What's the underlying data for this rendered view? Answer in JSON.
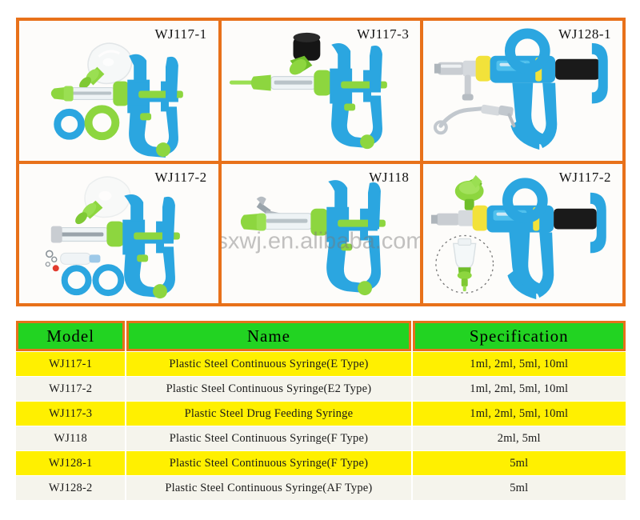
{
  "gallery": {
    "panels": [
      {
        "label": "WJ117-1",
        "style": "e-type-kit",
        "watermark": ""
      },
      {
        "label": "WJ117-3",
        "style": "drug-feeding",
        "watermark": ""
      },
      {
        "label": "WJ128-1",
        "style": "f-type-pistol",
        "watermark": ""
      },
      {
        "label": "WJ117-2",
        "style": "e2-type-kit",
        "watermark": ""
      },
      {
        "label": "WJ118",
        "style": "f-type-clamp",
        "watermark": "sxwj.en.alibaba.com"
      },
      {
        "label": "WJ117-2",
        "style": "af-type-bottle",
        "watermark": ""
      }
    ]
  },
  "table": {
    "headers": [
      "Model",
      "Name",
      "Specification"
    ],
    "rows": [
      {
        "model": "WJ117-1",
        "name": "Plastic Steel Continuous Syringe(E Type)",
        "spec": "1ml, 2ml, 5ml, 10ml",
        "highlight": true
      },
      {
        "model": "WJ117-2",
        "name": "Plastic Steel Continuous Syringe(E2 Type)",
        "spec": "1ml, 2ml, 5ml, 10ml",
        "highlight": false
      },
      {
        "model": "WJ117-3",
        "name": "Plastic Steel Drug Feeding Syringe",
        "spec": "1ml, 2ml, 5ml, 10ml",
        "highlight": true
      },
      {
        "model": "WJ118",
        "name": "Plastic Steel Continuous Syringe(F Type)",
        "spec": "2ml, 5ml",
        "highlight": false
      },
      {
        "model": "WJ128-1",
        "name": "Plastic Steel Continuous Syringe(F Type)",
        "spec": "5ml",
        "highlight": true
      },
      {
        "model": "WJ128-2",
        "name": "Plastic Steel Continuous Syringe(AF Type)",
        "spec": "5ml",
        "highlight": false
      }
    ]
  },
  "colors": {
    "border_orange": "#E8711A",
    "header_green": "#22D322",
    "row_yellow": "#FFF000",
    "row_plain": "#F5F4EC",
    "product_blue": "#2BA6E0",
    "product_green": "#8DD63F",
    "product_yellow": "#F2E23A",
    "product_black": "#1a1a1a",
    "metal_silver": "#C9CDD2"
  }
}
